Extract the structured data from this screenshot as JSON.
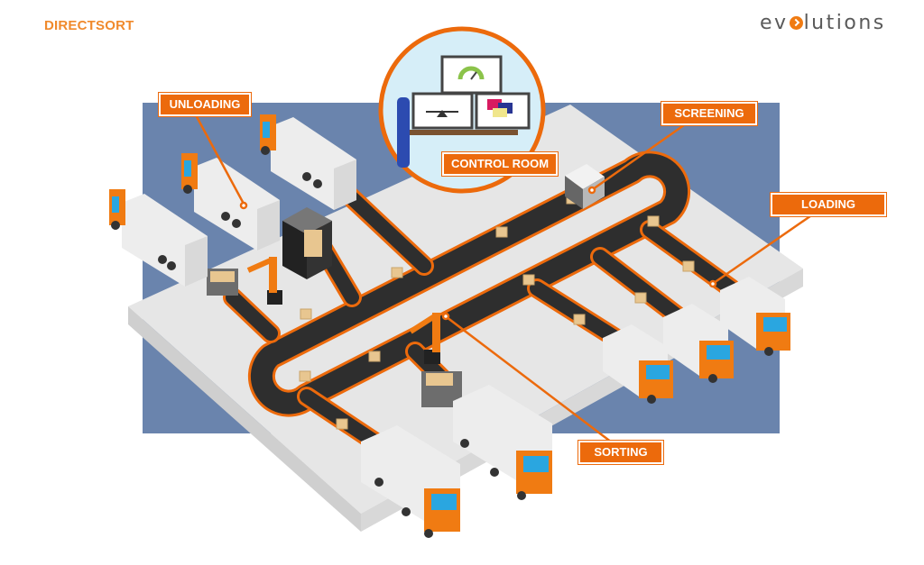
{
  "header": {
    "title": "DIRECTSORT",
    "logo_prefix": "ev",
    "logo_suffix": "lutions",
    "logo_icon": "chevron-circle-icon"
  },
  "labels": {
    "unloading": "UNLOADING",
    "control_room": "CONTROL ROOM",
    "screening": "SCREENING",
    "loading": "LOADING",
    "sorting": "SORTING"
  },
  "colors": {
    "accent": "#ec6a0c",
    "title": "#f08a2c",
    "background_panel": "#6a84ad",
    "floor": "#e6e6e6",
    "conveyor": "#2e2e2e",
    "box": "#e8c690",
    "cab": "#f07b12",
    "window": "#2aa6e0"
  }
}
